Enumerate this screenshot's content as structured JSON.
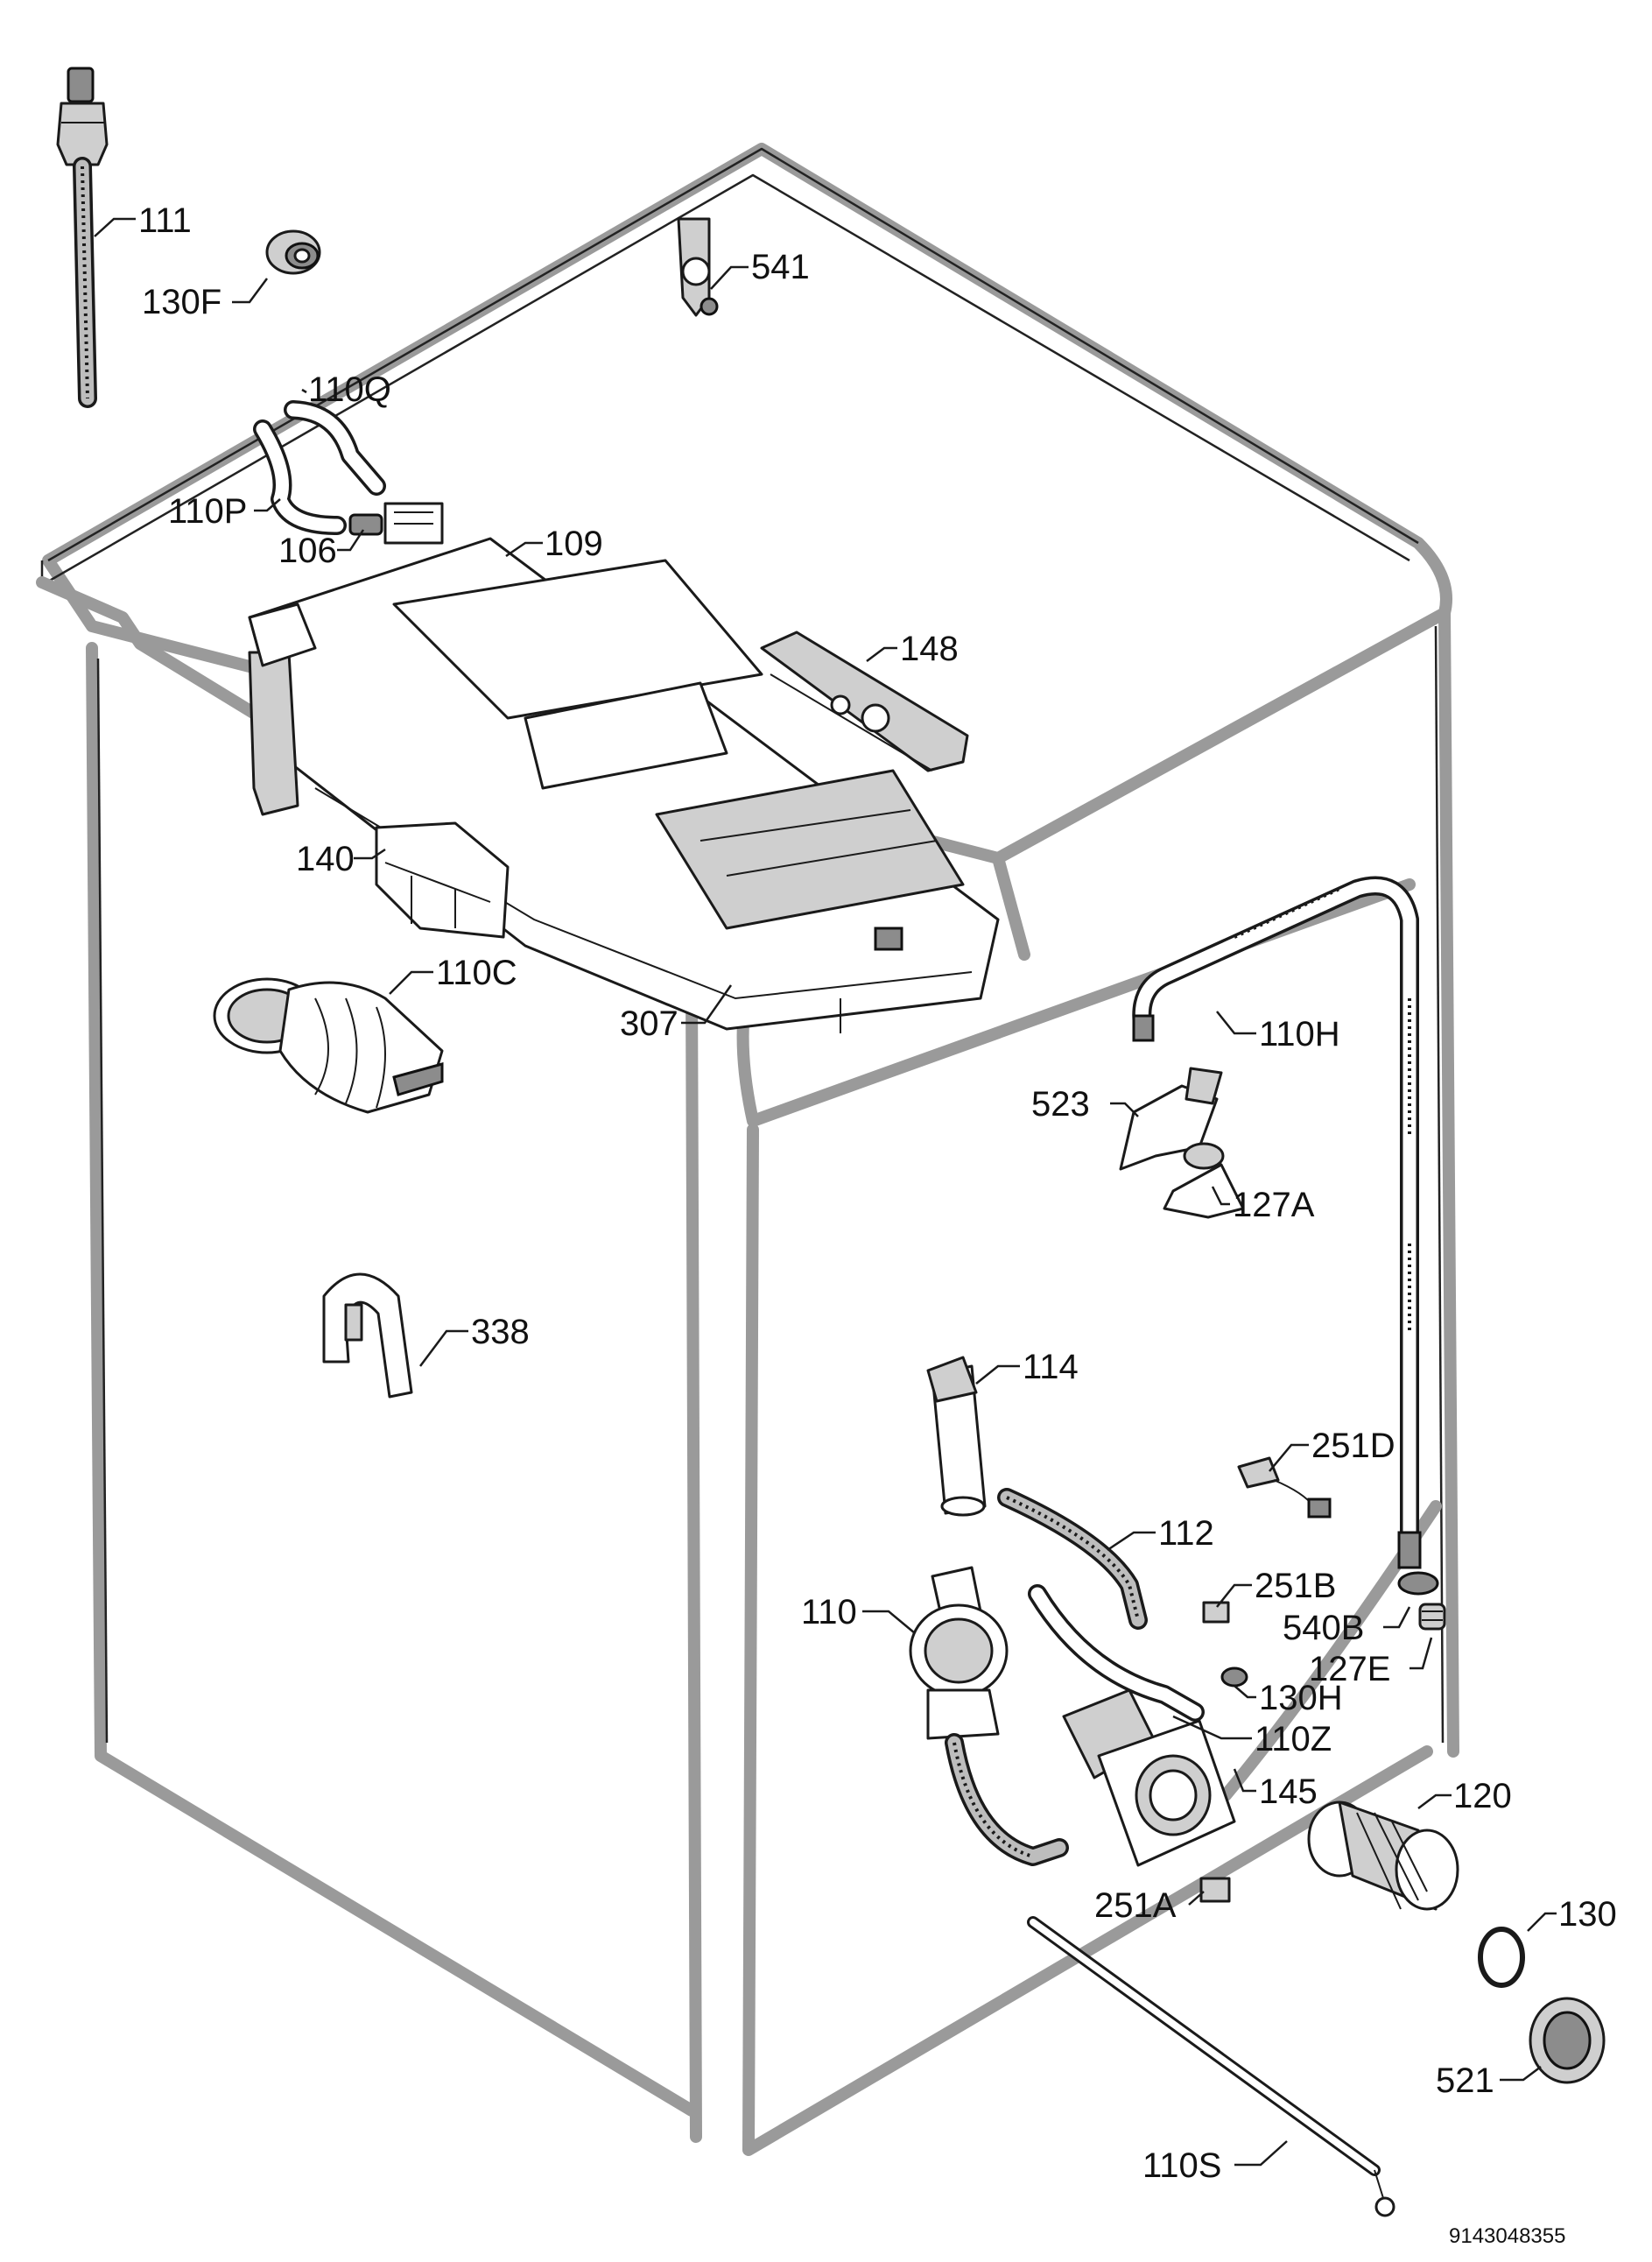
{
  "part_labels": {
    "p111": "111",
    "p130F": "130F",
    "p541": "541",
    "p110Q": "110Q",
    "p110P": "110P",
    "p106": "106",
    "p109": "109",
    "p148": "148",
    "p140": "140",
    "p110C": "110C",
    "p307": "307",
    "p110H": "110H",
    "p523": "523",
    "p127A": "127A",
    "p338": "338",
    "p114": "114",
    "p251D": "251D",
    "p112": "112",
    "p251B": "251B",
    "p110": "110",
    "p540B": "540B",
    "p127E": "127E",
    "p130H": "130H",
    "p110Z": "110Z",
    "p145": "145",
    "p120": "120",
    "p251A": "251A",
    "p130": "130",
    "p521": "521",
    "p110S": "110S"
  },
  "document_number": "9143048355"
}
